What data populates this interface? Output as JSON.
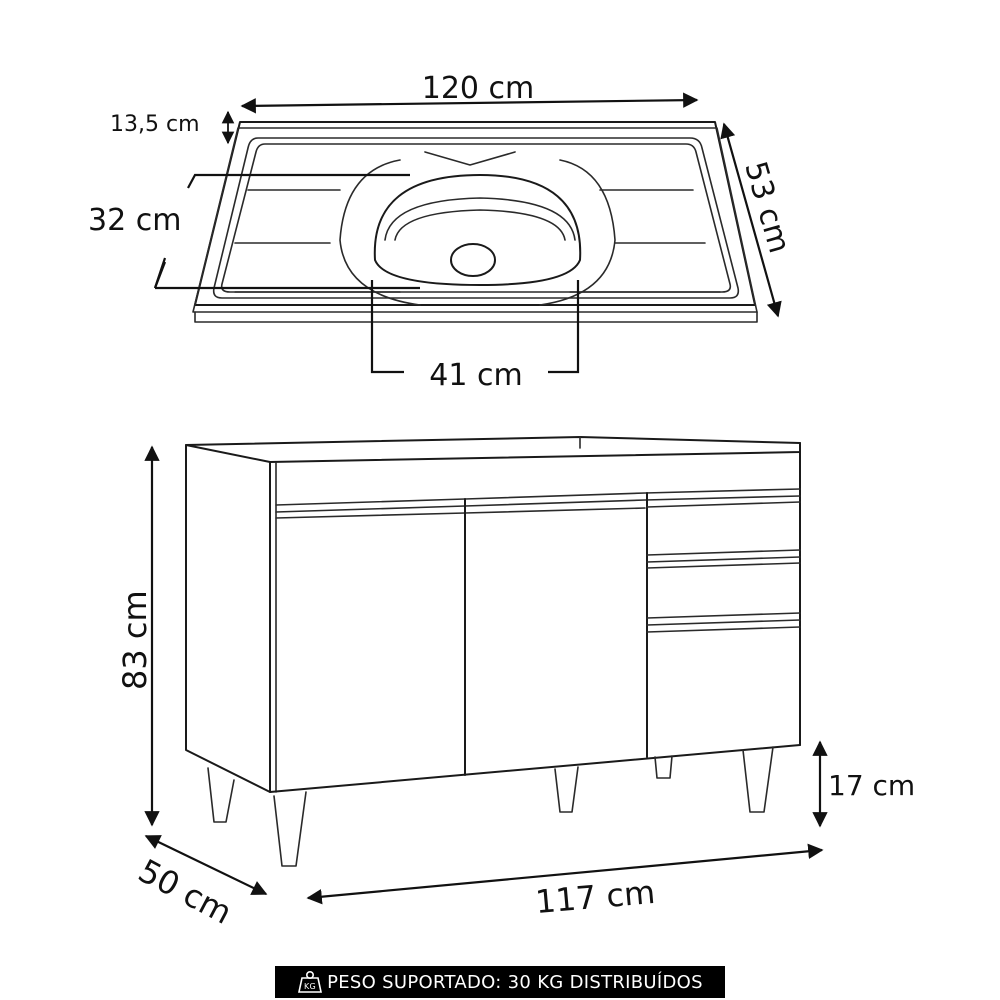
{
  "sink": {
    "width_label": "120 cm",
    "depth_label": "53 cm",
    "edge_height_label": "13,5 cm",
    "bowl_depth_label": "32 cm",
    "bowl_width_label": "41 cm"
  },
  "cabinet": {
    "height_label": "83 cm",
    "depth_label": "50 cm",
    "width_label": "117 cm",
    "leg_height_label": "17 cm",
    "doors": 2,
    "drawers": 3,
    "legs": 5
  },
  "footer": {
    "icon": "kg-weight-icon",
    "text": "PESO SUPORTADO: 30 KG DISTRIBUÍDOS",
    "background": "#000000",
    "color": "#ffffff"
  }
}
